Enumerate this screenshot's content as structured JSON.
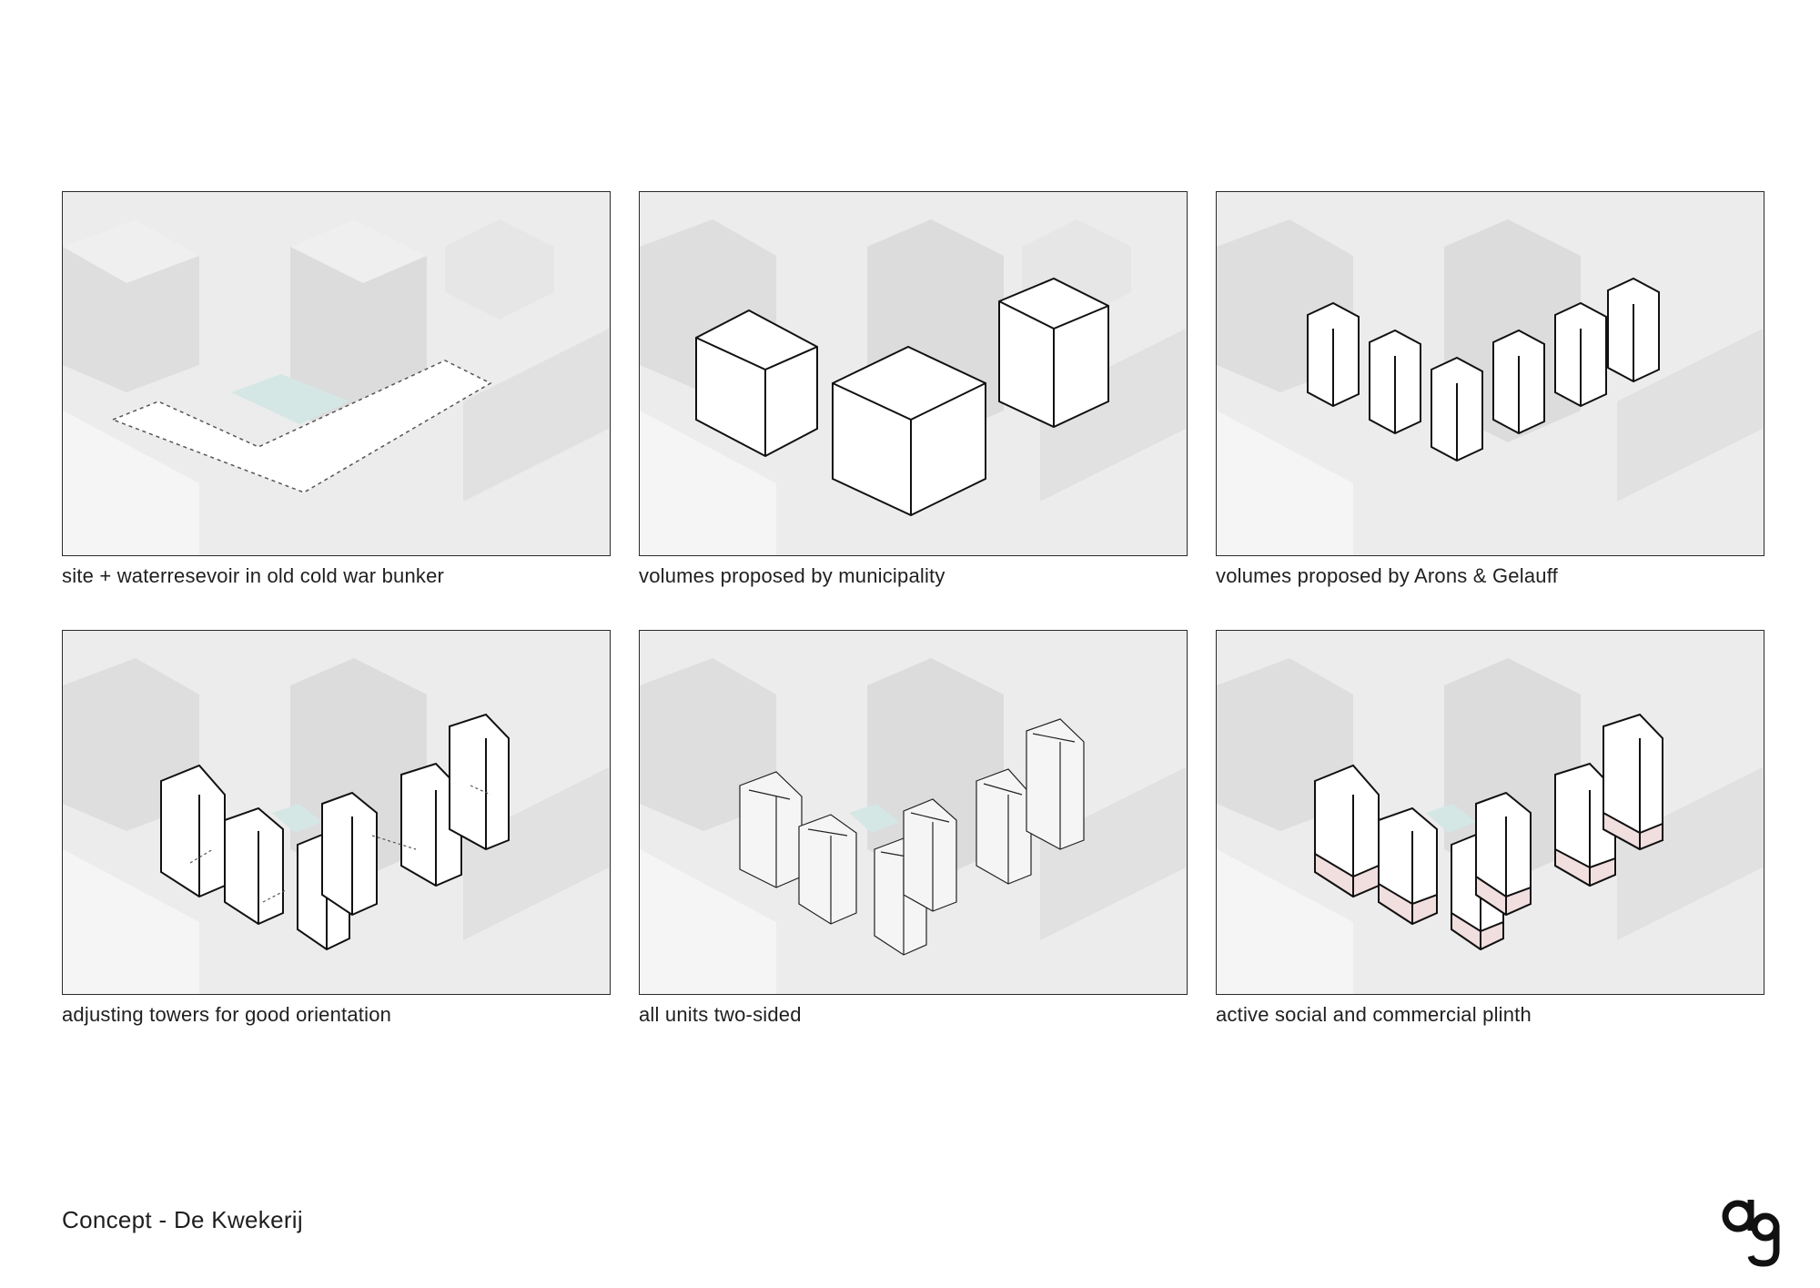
{
  "document": {
    "title": "Concept - De Kwekerij"
  },
  "panels": [
    {
      "id": "site",
      "caption": "site + waterresevoir in old cold war bunker"
    },
    {
      "id": "municipality",
      "caption": "volumes proposed by municipality"
    },
    {
      "id": "arons-gelauff",
      "caption": "volumes proposed by Arons & Gelauff"
    },
    {
      "id": "orientation",
      "caption": "adjusting towers for good orientation"
    },
    {
      "id": "two-sided",
      "caption": "all units two-sided"
    },
    {
      "id": "plinth",
      "caption": "active social and commercial plinth"
    }
  ],
  "colors": {
    "context_fill": "#e4e4e4",
    "context_light": "#f4f4f4",
    "water": "#d4e7e4",
    "plinth": "#f1dede",
    "stroke": "#111111"
  },
  "logo": {
    "icon": "ag-monogram-icon"
  }
}
